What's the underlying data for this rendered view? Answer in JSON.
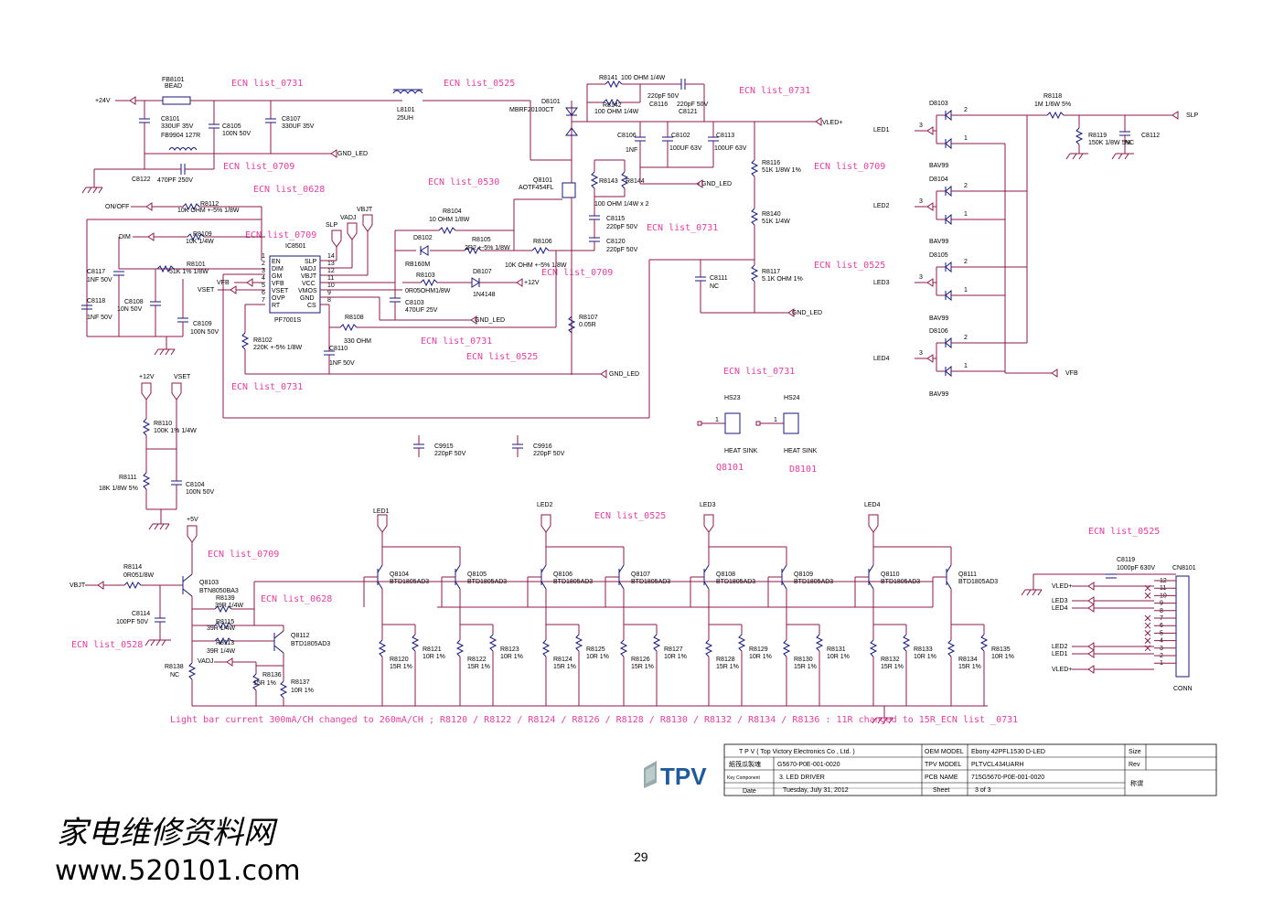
{
  "ecn_notes": [
    {
      "id": "ecn-1",
      "text": "ECN list_0731"
    },
    {
      "id": "ecn-2",
      "text": "ECN list_0525"
    },
    {
      "id": "ecn-3",
      "text": "ECN list_0731"
    },
    {
      "id": "ecn-4",
      "text": "ECN list_0709"
    },
    {
      "id": "ecn-5",
      "text": "ECN list_0628"
    },
    {
      "id": "ecn-6",
      "text": "ECN list_0530"
    },
    {
      "id": "ecn-7",
      "text": "ECN list_0709"
    },
    {
      "id": "ecn-8",
      "text": "ECN list_0731"
    },
    {
      "id": "ecn-9",
      "text": "ECN list_0709"
    },
    {
      "id": "ecn-10",
      "text": "ECN list_0709"
    },
    {
      "id": "ecn-11",
      "text": "ECN list_0525"
    },
    {
      "id": "ecn-12",
      "text": "ECN list_0731"
    },
    {
      "id": "ecn-13",
      "text": "ECN list_0525"
    },
    {
      "id": "ecn-14",
      "text": "ECN list_0731"
    },
    {
      "id": "ecn-15",
      "text": "ECN list_0731"
    },
    {
      "id": "ecn-16",
      "text": "ECN list_0525"
    },
    {
      "id": "ecn-17",
      "text": "ECN list_0525"
    },
    {
      "id": "ecn-18",
      "text": "ECN list_0709"
    },
    {
      "id": "ecn-19",
      "text": "ECN list_0628"
    },
    {
      "id": "ecn-20",
      "text": "ECN list_0528"
    }
  ],
  "footnote": "Light bar current 300mA/CH  changed to 260mA/CH ; R8120 / R8122 / R8124 / R8126 / R8128 / R8130 / R8132 / R8134 / R8136 : 11R changed to 15R_ECN list _0731",
  "net_labels": {
    "v24": "+24V",
    "gnd_led": "GND_LED",
    "vled": "VLED+",
    "on_off": "ON/OFF",
    "dim": "DIM",
    "vfb": "VFB",
    "vset": "VSET",
    "slp": "SLP",
    "vadj": "VADJ",
    "vbjt": "VBJT",
    "v12": "+12V",
    "v5": "+5V",
    "led1": "LED1",
    "led2": "LED2",
    "led3": "LED3",
    "led4": "LED4",
    "heat_sink": "HEAT SINK"
  },
  "components": {
    "fb8101": "FB8101",
    "bead": "BEAD",
    "c8101": "C8101",
    "c8101v": "330UF 35V",
    "c8105": "C8105",
    "c8105v": "100N 50V",
    "c8107": "C8107",
    "c8107v": "330UF 35V",
    "fb9904": "FB9904  127R",
    "c8122": "C8122",
    "c8122v": "470PF 250V",
    "l8101": "L8101",
    "l8101v": "25UH",
    "d8101": "D8101",
    "d8101v": "MBRF20100CT",
    "r8141": "R8141",
    "r8141v": "100 OHM 1/4W",
    "r8142": "R8142",
    "r8142v": "100 OHM 1/4W",
    "c8116": "220pF 50V",
    "c8116n": "C8116",
    "c8121": "220pF 50V",
    "c8121n": "C8121",
    "c8106": "C8106",
    "c8106v": "1NF",
    "c8102": "C8102",
    "c8102v": "100UF 63V",
    "c8113": "C8113",
    "c8113v": "100UF 63V",
    "q8101": "Q8101",
    "q8101v": "AOTF454FL",
    "r8143": "R8143",
    "r8144": "R8144",
    "r8143v": "100 OHM 1/4W x 2",
    "c8115": "C8115",
    "c8115v": "220pF 50V",
    "c8120": "C8120",
    "c8120v": "220pF 50V",
    "r8116": "R8116",
    "r8116v": "51K 1/8W 1%",
    "r8140": "R8140",
    "r8140v": "51K 1/4W",
    "r8117": "R8117",
    "r8117v": "5.1K OHM 1%",
    "c8111": "C8111",
    "c8111v": "NC",
    "r8112": "R8112",
    "r8112v": "10K OHM +-5% 1/8W",
    "r8109": "R8109",
    "r8109v": "10K 1/4W",
    "r8101": "R8101",
    "r8101v": "51K 1% 1/8W",
    "c8117": "C8117",
    "c8117v": "1NF 50V",
    "c8118": "C8118",
    "c8118v": "1NF 50V",
    "c8108": "C8108",
    "c8108v": "10N 50V",
    "c8109": "C8109",
    "c8109v": "100N 50V",
    "ic8501": "IC8501",
    "pf7001s": "PF7001S",
    "r8104": "R8104",
    "r8104v": "10 OHM 1/8W",
    "r8105": "R8105",
    "r8105v": "2R2 +-5% 1/8W",
    "d8102": "D8102",
    "d8102v": "RB160M",
    "r8106": "R8106",
    "r8106v": "10K OHM +-5% 1/8W",
    "r8103": "R8103",
    "r8103v": "0R05OHM1/8W",
    "d8107": "D8107",
    "d8107v": "1N4148",
    "c8103": "C8103",
    "c8103v": "470UF 25V",
    "r8108": "R8108",
    "r8108v": "330 OHM",
    "r8102": "R8102",
    "r8102v": "220K +-5% 1/8W",
    "c8110": "C8110",
    "c8110v": "1NF 50V",
    "r8107": "R8107",
    "r8107v": "0.05R",
    "d8103": "D8103",
    "d8104": "D8104",
    "d8105": "D8105",
    "d8106": "D8106",
    "bav99": "BAV99",
    "r8118": "R8118",
    "r8118v": "1M 1/6W 5%",
    "r8119": "R8119",
    "r8119v": "150K 1/8W 5%",
    "c8112": "C8112",
    "nc": "NC",
    "hs23": "HS23",
    "hs24": "HS24",
    "q8101hs": "Q8101",
    "d8101hs": "D8101",
    "c9915": "C9915",
    "c9915v": "220pF 50V",
    "c9916": "C9916",
    "c9916v": "220pF 50V",
    "r8110": "R8110",
    "r8110v": "100K 1% 1/4W",
    "r8111": "R8111",
    "r8111v": "18K 1/8W 5%",
    "c8104": "C8104",
    "c8104v": "100N 50V",
    "r8114": "R8114",
    "r8114v": "0R051/8W",
    "q8103": "Q8103",
    "q8103v": "BTN8050BA3",
    "r8139": "R8139",
    "r8139v": "39R 1/4W",
    "r8115": "R8115",
    "r8115v": "39R 1/4W",
    "r8113": "R8113",
    "r8113v": "39R 1/4W",
    "q8112": "Q8112",
    "q8112v": "BTD1805AD3",
    "c8114": "C8114",
    "c8114v": "100PF 50V",
    "r8138": "R8138",
    "r8138v": "NC",
    "r8136": "R8136",
    "r8136v": "15R 1%",
    "r8137": "R8137",
    "r8137v": "10R 1%",
    "bjt": "BTD1805AD3",
    "r15": "15R 1%",
    "r10": "10R 1%",
    "c8119": "C8119",
    "c8119v": "1000pF 630V",
    "cn8101": "CN8101",
    "conn": "CONN"
  },
  "led_transistors": [
    "Q8104",
    "Q8105",
    "Q8106",
    "Q8107",
    "Q8108",
    "Q8109",
    "Q8110",
    "Q8111"
  ],
  "led_resistors": [
    "R8120",
    "R8121",
    "R8122",
    "R8123",
    "R8124",
    "R8125",
    "R8126",
    "R8127",
    "R8128",
    "R8129",
    "R8130",
    "R8131",
    "R8132",
    "R8133",
    "R8134",
    "R8135"
  ],
  "connector_pins": [
    "12",
    "11",
    "10",
    "9",
    "8",
    "7",
    "6",
    "5",
    "4",
    "3",
    "2",
    "1"
  ],
  "connector_nets": [
    "VLED+",
    "",
    "",
    "LED3",
    "LED4",
    "",
    "",
    "",
    "",
    "",
    "LED2",
    "LED1",
    "VLED+"
  ],
  "title_block": {
    "company": "T P V  ( Top   Victory   Electronics    Co ,   Ltd. )",
    "oem_model_label": "OEM MODEL",
    "oem_model": "Ebony 42PFL1530 D-LED",
    "size_label": "Size",
    "drawing_label": "紙筏瓜製魂",
    "drawing_no": "G5670-P0E-001-0020",
    "tpv_model_label": "TPV MODEL",
    "tpv_model": "PLTVCL434UARH",
    "rev_label": "Rev",
    "key_component_label": "Key Component",
    "key_component": "3. LED DRIVER",
    "pcb_name_label": "PCB NAME",
    "pcb_name": "715G5670-P0E-001-0020",
    "date_label": "Date",
    "date": "Tuesday, July 31, 2012",
    "sheet_label": "Sheet",
    "sheet_of": "3     of       3",
    "extra": "称谓",
    "logo": "TPV"
  },
  "page_number": "29",
  "watermark": {
    "line1": "家电维修资料网",
    "line2": "www.520101.com"
  }
}
